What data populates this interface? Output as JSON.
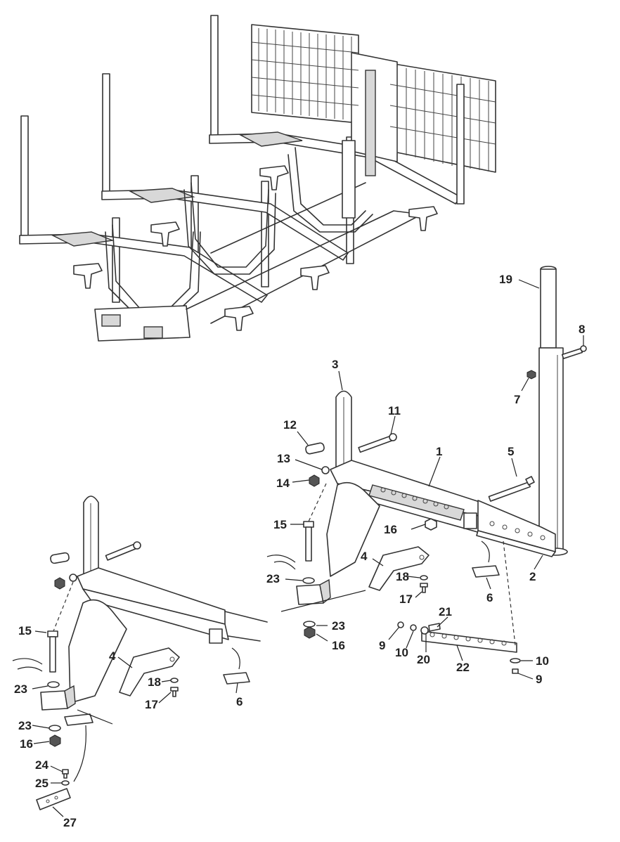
{
  "callouts": {
    "c1": "1",
    "c2": "2",
    "c3": "3",
    "c4a": "4",
    "c4b": "4",
    "c5": "5",
    "c6a": "6",
    "c6b": "6",
    "c7": "7",
    "c8": "8",
    "c9a": "9",
    "c9b": "9",
    "c10a": "10",
    "c10b": "10",
    "c11": "11",
    "c12": "12",
    "c13": "13",
    "c14": "14",
    "c15a": "15",
    "c15b": "15",
    "c16a": "16",
    "c16b": "16",
    "c16c": "16",
    "c17a": "17",
    "c17b": "17",
    "c18a": "18",
    "c18b": "18",
    "c19": "19",
    "c20": "20",
    "c21": "21",
    "c22": "22",
    "c23a": "23",
    "c23b": "23",
    "c23c": "23",
    "c23d": "23",
    "c24": "24",
    "c25": "25",
    "c27": "27"
  },
  "colors": {
    "line": "#333333",
    "fill": "#ffffff",
    "shade": "#d8d8d8"
  }
}
